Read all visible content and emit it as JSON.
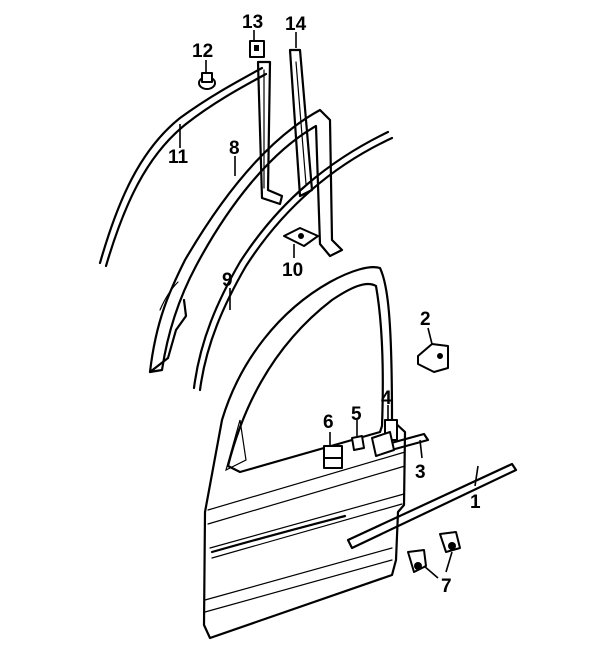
{
  "callouts": {
    "c1": "1",
    "c2": "2",
    "c3": "3",
    "c4": "4",
    "c5": "5",
    "c6": "6",
    "c7": "7",
    "c8": "8",
    "c9": "9",
    "c10": "10",
    "c11": "11",
    "c12": "12",
    "c13": "13",
    "c14": "14"
  },
  "colors": {
    "line": "#000000",
    "background": "#ffffff"
  }
}
